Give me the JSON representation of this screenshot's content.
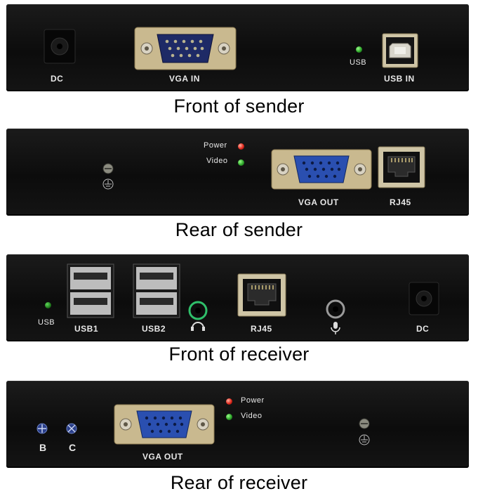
{
  "panels": {
    "front_sender": {
      "caption": "Front of sender",
      "labels": {
        "dc": "DC",
        "vga_in": "VGA IN",
        "usb_led": "USB",
        "usb_in": "USB IN"
      }
    },
    "rear_sender": {
      "caption": "Rear of sender",
      "labels": {
        "power": "Power",
        "video": "Video",
        "vga_out": "VGA OUT",
        "rj45": "RJ45"
      }
    },
    "front_receiver": {
      "caption": "Front of receiver",
      "labels": {
        "usb_led": "USB",
        "usb1": "USB1",
        "usb2": "USB2",
        "rj45": "RJ45",
        "dc": "DC"
      }
    },
    "rear_receiver": {
      "caption": "Rear of receiver",
      "labels": {
        "b": "B",
        "c": "C",
        "power": "Power",
        "video": "Video",
        "vga_out": "VGA OUT"
      }
    }
  },
  "colors": {
    "chassis": "#111111",
    "label_text": "#e8e8e8",
    "led_green": "#2ea52a",
    "led_red": "#e0281c",
    "vga_blue": "#2a4fb0",
    "vga_navy": "#1e2a66",
    "audio_green": "#2fbf6a",
    "caption_text": "#000000"
  }
}
